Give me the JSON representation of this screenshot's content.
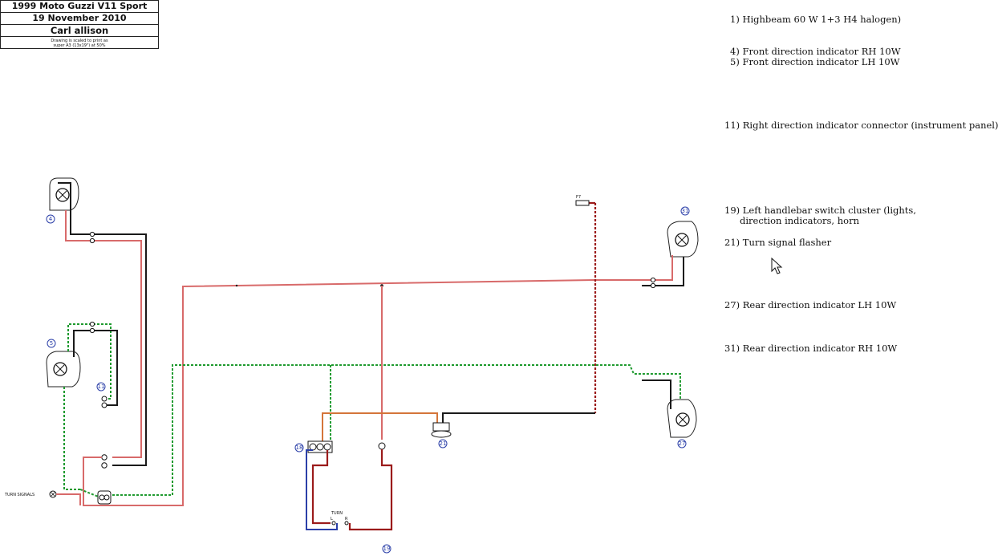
{
  "title_block": {
    "model": "1999 Moto Guzzi V11 Sport",
    "date": "19 November 2010",
    "author": "Carl allison",
    "note_line1": "Drawing is scaled to print as",
    "note_line2": "super A3 (13x19\") at 50%"
  },
  "legend": [
    {
      "text": "1) Highbeam 60 W 1+3 H4 halogen)"
    },
    {
      "text": "4) Front direction indicator RH 10W"
    },
    {
      "text": "5) Front direction indicator LH 10W"
    },
    {
      "text": "11) Right direction indicator connector (instrument panel)"
    },
    {
      "text": "19) Left handlebar switch cluster (lights,"
    },
    {
      "text": "direction indicators, horn"
    },
    {
      "text": "21) Turn signal flasher"
    },
    {
      "text": "27) Rear direction indicator LH 10W"
    },
    {
      "text": "31) Rear direction indicator RH 10W"
    }
  ],
  "diagram_labels": {
    "ref_4": "4",
    "ref_5": "5",
    "ref_11": "11",
    "ref_18": "18",
    "ref_19": "19",
    "ref_21": "21",
    "ref_27": "27",
    "ref_31": "31",
    "fuse": "F7",
    "turn_signals": "TURN     SIGNALS",
    "switch_turn": "TURN",
    "switch_left": "L",
    "switch_right": "R"
  },
  "colors": {
    "wire_red": "#d86a6a",
    "wire_black": "#1a1a1a",
    "wire_green": "#1f9a2f",
    "wire_orange": "#d4753a",
    "wire_blue": "#2b3fa8",
    "wire_darkred": "#9b1b1b",
    "reference_number": "#2b3fa8"
  }
}
